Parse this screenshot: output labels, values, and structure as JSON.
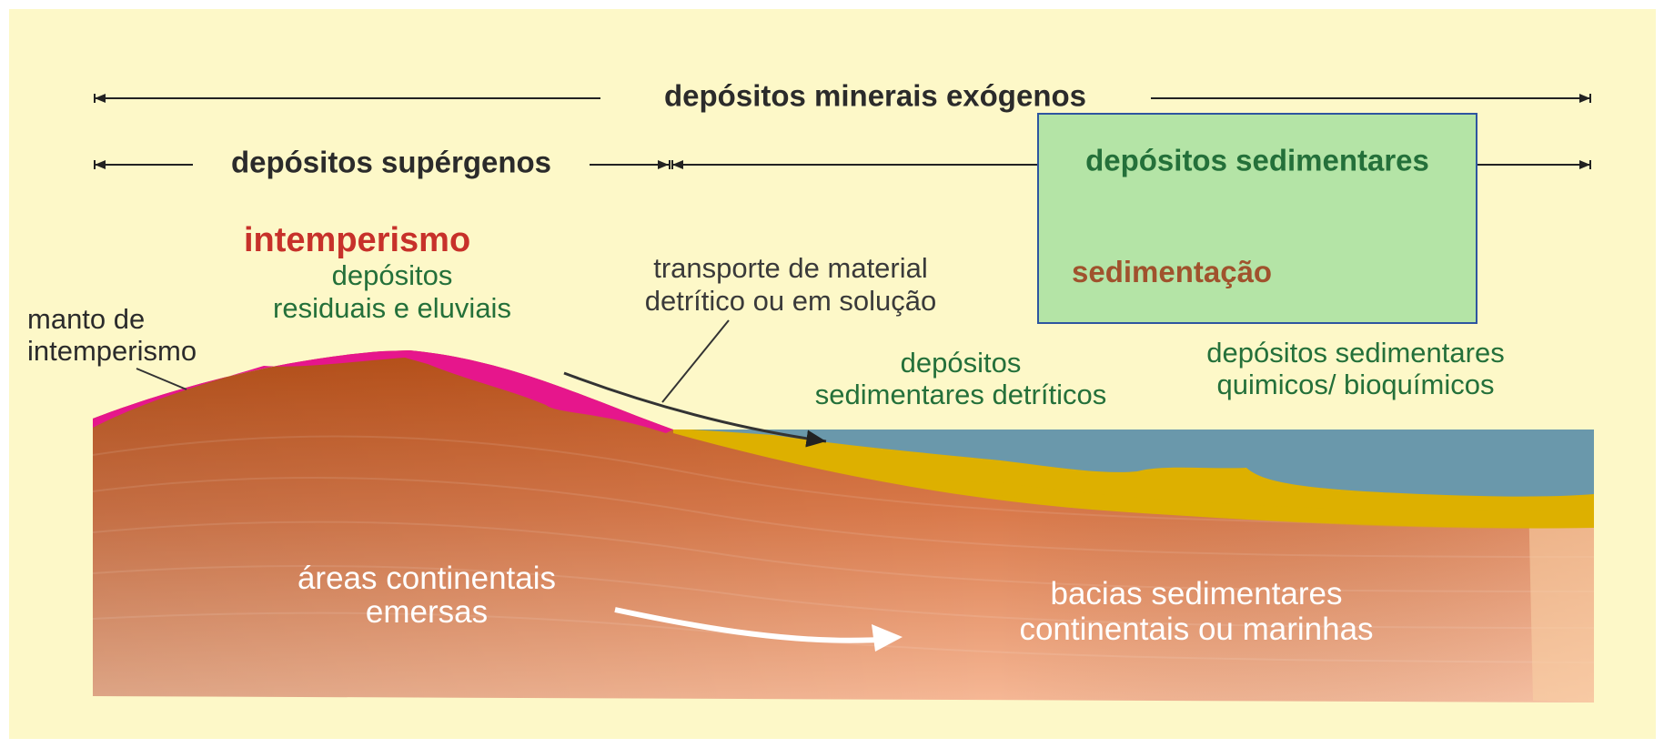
{
  "colors": {
    "panel_bg": "#fdf8c8",
    "land_dark": "#c65a1e",
    "land_light": "#f4b08a",
    "weathering_mantle": "#e6168c",
    "detrital_sediment": "#ddb000",
    "water": "#6a98ab",
    "green_box": "#b4e4a6",
    "green_box_border": "#2e55a0",
    "red_text": "#c7312a",
    "green_text": "#24703a",
    "brown_text": "#a0522d",
    "dark_text": "#2b2b2b"
  },
  "scale": {
    "exogenous_label": "depósitos minerais exógenos",
    "supergene_label": "depósitos supérgenos",
    "sedimentary_label": "depósitos sedimentares"
  },
  "labels": {
    "weathering_title": "intemperismo",
    "residual_line1": "depósitos",
    "residual_line2": "residuais e eluviais",
    "mantle_line1": "manto de",
    "mantle_line2": "intemperismo",
    "transport_line1": "transporte de material",
    "transport_line2": "detrítico ou em solução",
    "sedimentation": "sedimentação",
    "detrital_line1": "depósitos",
    "detrital_line2": "sedimentares detríticos",
    "chemical_line1": "depósitos sedimentares",
    "chemical_line2": "quimicos/ bioquímicos",
    "continental_line1": "áreas continentais",
    "continental_line2": "emersas",
    "basins_line1": "bacias sedimentares",
    "basins_line2": "continentais ou marinhas"
  }
}
